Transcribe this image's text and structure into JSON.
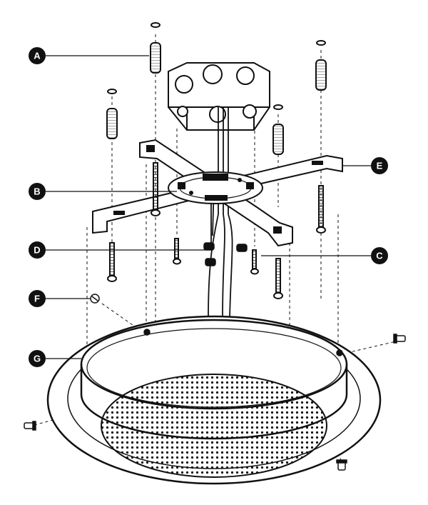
{
  "diagram": {
    "callouts": [
      {
        "id": "A",
        "part": "wall-anchor"
      },
      {
        "id": "B",
        "part": "mounting-bracket-plate"
      },
      {
        "id": "C",
        "part": "machine-screw"
      },
      {
        "id": "D",
        "part": "wire-nut"
      },
      {
        "id": "E",
        "part": "crossbar-bracket"
      },
      {
        "id": "F",
        "part": "side-screw"
      },
      {
        "id": "G",
        "part": "fixture-housing"
      }
    ],
    "colors": {
      "ink": "#111111",
      "callout_fill": "#111111",
      "callout_text": "#ffffff",
      "paper": "#ffffff"
    }
  }
}
